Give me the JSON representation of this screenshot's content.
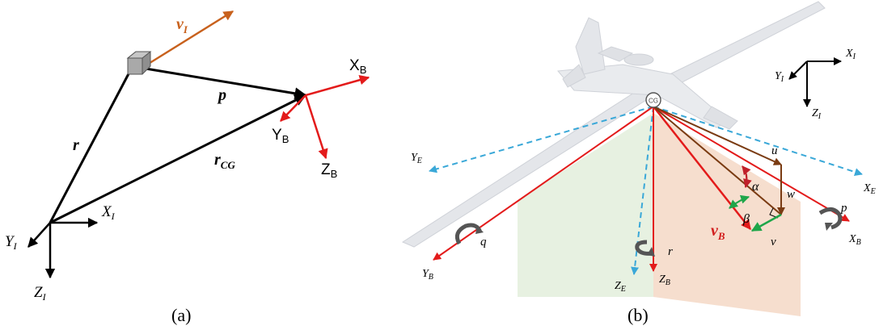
{
  "colors": {
    "black": "#000000",
    "red": "#e31b1b",
    "orange": "#c8611d",
    "brown": "#7a3b12",
    "green": "#1fa64a",
    "dash_blue": "#3aa8d8",
    "green_plane": "#e6f0df",
    "orange_plane": "#f6dccb",
    "aircraft": "#e4e6ea"
  },
  "panel_a": {
    "caption": "(a)",
    "velocity": "v",
    "velocity_sub": "I",
    "p_label": "p",
    "r_label": "r",
    "rcg_label": "r",
    "rcg_sub": "CG",
    "xb_label": "X",
    "xb_sub": "B",
    "yb_label": "Y",
    "yb_sub": "B",
    "zb_label": "Z",
    "zb_sub": "B",
    "xi_label": "X",
    "xi_sub": "I",
    "yi_label": "Y",
    "yi_sub": "I",
    "zi_label": "Z",
    "zi_sub": "I"
  },
  "panel_b": {
    "caption": "(b)",
    "cg_label": "CG",
    "xi": "X",
    "xi_sub": "I",
    "yi": "Y",
    "yi_sub": "I",
    "zi": "Z",
    "zi_sub": "I",
    "xe": "X",
    "xe_sub": "E",
    "ye": "Y",
    "ye_sub": "E",
    "ze": "Z",
    "ze_sub": "E",
    "xb": "X",
    "xb_sub": "B",
    "yb": "Y",
    "yb_sub": "B",
    "zb": "Z",
    "zb_sub": "B",
    "u": "u",
    "v": "v",
    "w": "w",
    "p": "p",
    "q": "q",
    "r": "r",
    "alpha": "α",
    "beta": "β",
    "vb": "v",
    "vb_sub": "B"
  }
}
